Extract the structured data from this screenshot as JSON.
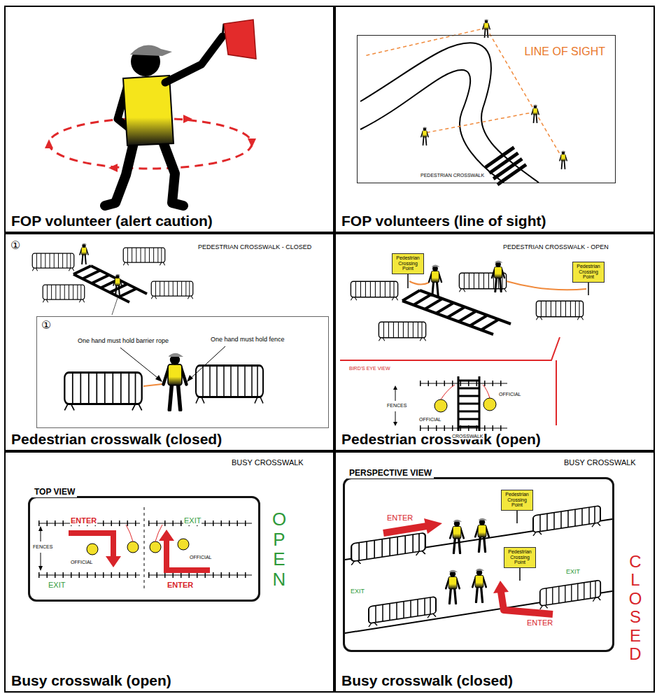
{
  "diagram": {
    "nodes": [
      {
        "text": [
          "FOP volunteer (alert caution)"
        ]
      },
      {
        "text": [
          "FOP volunteers (line of sight)"
        ]
      },
      {
        "text": [
          "LINE OF SIGHT"
        ],
        "in": 1
      },
      {
        "text": [
          "Pedestrian crosswalk (closed)"
        ]
      },
      {
        "text": [
          "①"
        ],
        "in": 3
      },
      {
        "text": [
          "Pedestrian crosswalk (open)"
        ]
      },
      {
        "text": [
          "Pedestrian Crossing Point"
        ],
        "in": 5
      },
      {
        "text": [
          "Pedestrian Crossing Point"
        ],
        "in": 5
      },
      {
        "text": [
          "Busy crosswalk (open)"
        ]
      },
      {
        "text": [
          "TOP VIEW"
        ],
        "in": 8
      },
      {
        "text": [
          "Busy crosswalk (closed)"
        ]
      },
      {
        "text": [
          "PERSPECTIVE VIEW"
        ],
        "in": 10
      },
      {
        "text": [
          "Pedestrian Crossing Point"
        ],
        "in": 11
      },
      {
        "text": [
          "Pedestrian Crossing Point"
        ],
        "in": 11
      }
    ],
    "labels": [
      "PEDESTRIAN CROSSWALK",
      "①",
      "PEDESTRIAN CROSSWALK - CLOSED",
      "One hand must hold barrier rope",
      "One hand must hold fence",
      "PEDESTRIAN CROSSWALK - OPEN",
      "BIRD'S EYE VIEW",
      "FENCES",
      "OFFICIAL",
      "OFFICIAL",
      "CROSSWALK",
      "BUSY CROSSWALK",
      "ENTER",
      "EXIT",
      "FENCES",
      "OFFICIAL",
      "OFFICIAL",
      "EXIT",
      "ENTER",
      "OPEN",
      "BUSY CROSSWALK",
      "ENTER",
      "EXIT",
      "EXIT",
      "ENTER",
      "CLOSED"
    ]
  }
}
